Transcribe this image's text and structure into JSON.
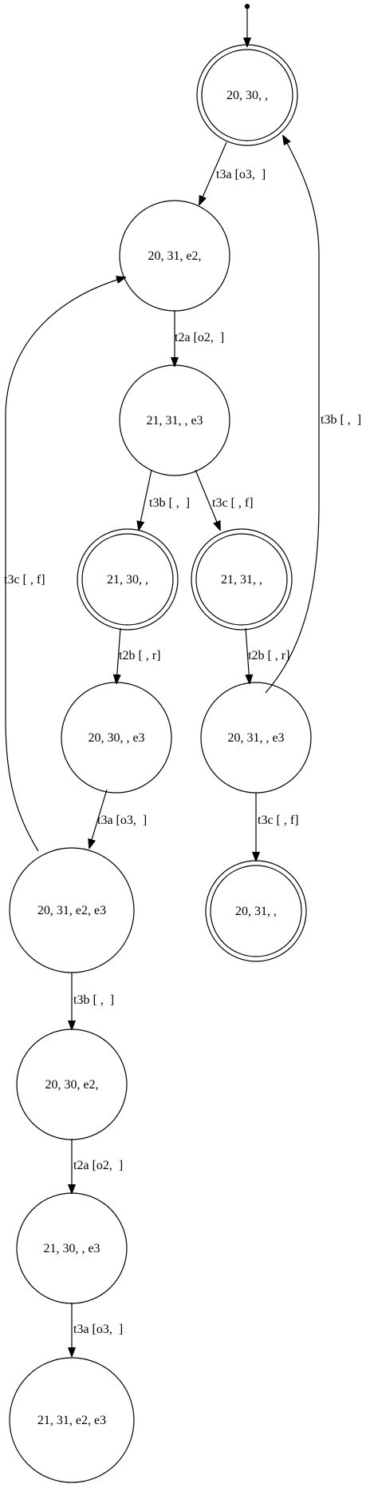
{
  "diagram": {
    "type": "state-transition-graph",
    "nodes": [
      {
        "id": "n0",
        "label": "20, 30, ,",
        "accepting": true
      },
      {
        "id": "n1",
        "label": "20, 31, e2,",
        "accepting": false
      },
      {
        "id": "n2",
        "label": "21, 31, , e3",
        "accepting": false
      },
      {
        "id": "n3",
        "label": "21, 30, ,",
        "accepting": true
      },
      {
        "id": "n4",
        "label": "21, 31, ,",
        "accepting": true
      },
      {
        "id": "n5",
        "label": "20, 30, , e3",
        "accepting": false
      },
      {
        "id": "n6",
        "label": "20, 31, , e3",
        "accepting": false
      },
      {
        "id": "n7",
        "label": "20, 31, e2, e3",
        "accepting": false
      },
      {
        "id": "n8",
        "label": "20, 31, ,",
        "accepting": true
      },
      {
        "id": "n9",
        "label": "20, 30, e2,",
        "accepting": false
      },
      {
        "id": "n10",
        "label": "21, 30, , e3",
        "accepting": false
      },
      {
        "id": "n11",
        "label": "21, 31, e2, e3",
        "accepting": false
      }
    ],
    "edges": [
      {
        "id": "e_init",
        "from": "start",
        "to": "n0",
        "label": ""
      },
      {
        "id": "e1",
        "from": "n0",
        "to": "n1",
        "label": "t3a [o3,  ]"
      },
      {
        "id": "e2",
        "from": "n1",
        "to": "n2",
        "label": "t2a [o2,  ]"
      },
      {
        "id": "e3",
        "from": "n2",
        "to": "n3",
        "label": "t3b [ ,  ]"
      },
      {
        "id": "e4",
        "from": "n2",
        "to": "n4",
        "label": "t3c [ , f]"
      },
      {
        "id": "e5",
        "from": "n3",
        "to": "n5",
        "label": "t2b [ , r]"
      },
      {
        "id": "e6",
        "from": "n4",
        "to": "n6",
        "label": "t2b [ , r]"
      },
      {
        "id": "e7",
        "from": "n6",
        "to": "n0",
        "label": "t3b [ ,  ]"
      },
      {
        "id": "e8",
        "from": "n5",
        "to": "n7",
        "label": "t3a [o3,  ]"
      },
      {
        "id": "e9",
        "from": "n6",
        "to": "n8",
        "label": "t3c [ , f]"
      },
      {
        "id": "e10",
        "from": "n7",
        "to": "n1",
        "label": "t3c [ , f]"
      },
      {
        "id": "e11",
        "from": "n7",
        "to": "n9",
        "label": "t3b [ ,  ]"
      },
      {
        "id": "e12",
        "from": "n9",
        "to": "n10",
        "label": "t2a [o2,  ]"
      },
      {
        "id": "e13",
        "from": "n10",
        "to": "n11",
        "label": "t3a [o3,  ]"
      }
    ]
  }
}
